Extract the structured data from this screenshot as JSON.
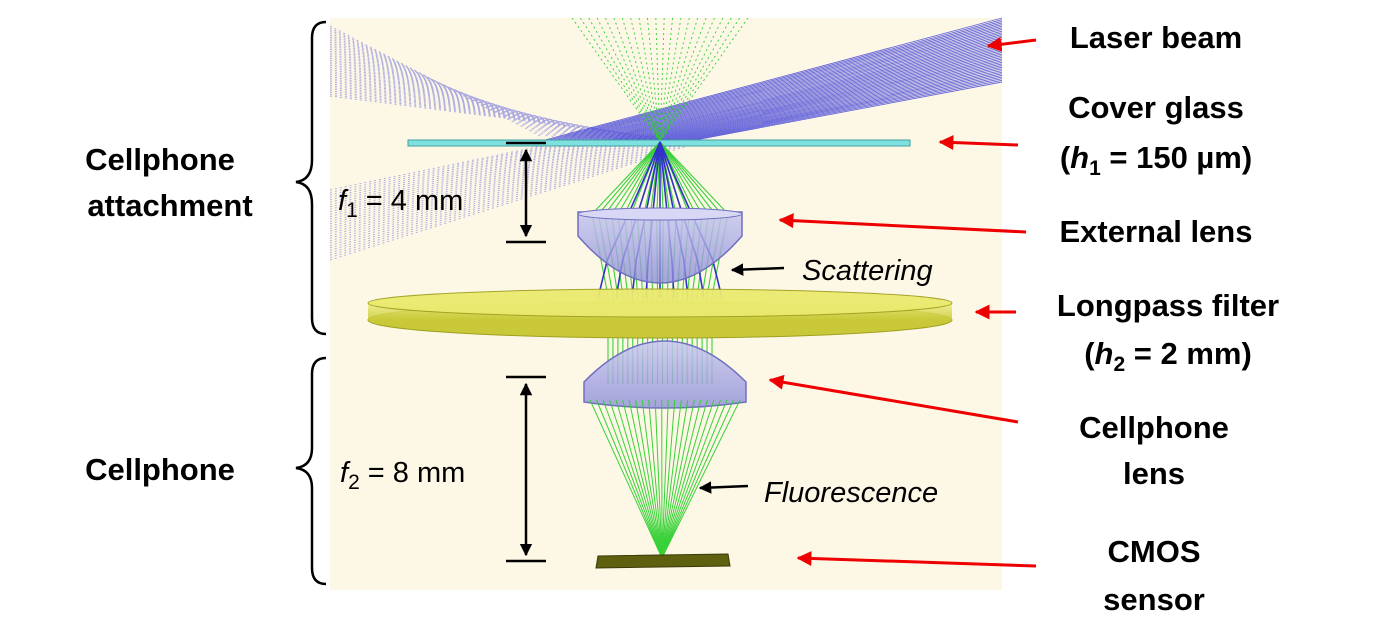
{
  "labels": {
    "laser_beam": "Laser beam",
    "cover_glass": "Cover glass",
    "cover_glass_var": "h",
    "cover_glass_sub": "1",
    "cover_glass_value": " = 150 µm)",
    "external_lens": "External lens",
    "longpass_filter": "Longpass filter",
    "longpass_var": "h",
    "longpass_sub": "2",
    "longpass_value": " = 2 mm)",
    "cellphone_lens_line1": "Cellphone",
    "cellphone_lens_line2": "lens",
    "cmos_line1": "CMOS",
    "cmos_line2": "sensor",
    "attachment_line1": "Cellphone",
    "attachment_line2": "attachment",
    "cellphone": "Cellphone",
    "scattering": "Scattering",
    "fluorescence": "Fluorescence",
    "f1_var": "f",
    "f1_sub": "1",
    "f1_value": " = 4 mm",
    "f2_var": "f",
    "f2_sub": "2",
    "f2_value": " = 8 mm"
  },
  "colors": {
    "panel": "#fdf8e6",
    "laser": "#4a4ad8",
    "fluorescence": "#2fcf2f",
    "scatter": "#3232c8",
    "cover_glass": "#7fe0e0",
    "lens": "#9898e0",
    "filter": "#dede50",
    "sensor": "#5f5f10",
    "arrow_red": "#ee0000"
  }
}
